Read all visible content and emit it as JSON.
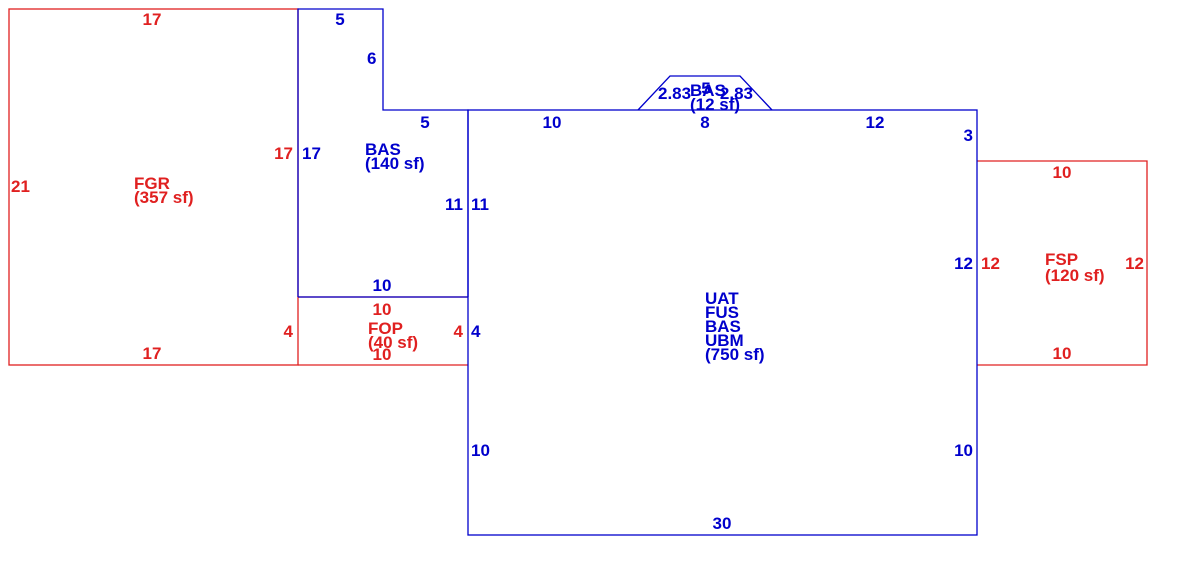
{
  "colors": {
    "main": "#0000cc",
    "accessory": "#e02020",
    "background": "#ffffff"
  },
  "areas": [
    {
      "id": "fgr",
      "code": "FGR",
      "size": "(357 sf)",
      "color": "accessory"
    },
    {
      "id": "bas-left",
      "code": "BAS",
      "size": "(140 sf)",
      "color": "main"
    },
    {
      "id": "fop",
      "code": "FOP",
      "size": "(40 sf)",
      "color": "accessory"
    },
    {
      "id": "main",
      "codes": [
        "UAT",
        "FUS",
        "BAS",
        "UBM"
      ],
      "size": "(750 sf)",
      "color": "main"
    },
    {
      "id": "fsp",
      "code": "FSP",
      "size": "(120 sf)",
      "color": "accessory"
    },
    {
      "id": "bay",
      "code": "BAS",
      "size": "(12 sf)",
      "color": "main"
    }
  ],
  "dimensions": {
    "fgr_top": "17",
    "fgr_left": "21",
    "fgr_right": "17",
    "fgr_bottom": "17",
    "bas_top": "5",
    "bas_step_vertical": "6",
    "bas_step_horizontal": "5",
    "bas_left": "17",
    "bas_right": "11",
    "bas_bottom": "10",
    "fop_top": "10",
    "fop_left": "4",
    "fop_right": "4",
    "fop_bottom": "10",
    "main_left_upper": "11",
    "main_left_mid": "4",
    "main_left_lower": "10",
    "main_top_left": "10",
    "bay_base": "8",
    "main_top_right": "12",
    "main_right_upper": "3",
    "main_right_mid": "12",
    "main_right_lower": "10",
    "main_bottom": "30",
    "bay_diag_left": "2.83",
    "bay_diag_right": "2.83",
    "bay_top": "5",
    "fsp_top": "10",
    "fsp_left": "12",
    "fsp_right": "12",
    "fsp_bottom": "10"
  }
}
